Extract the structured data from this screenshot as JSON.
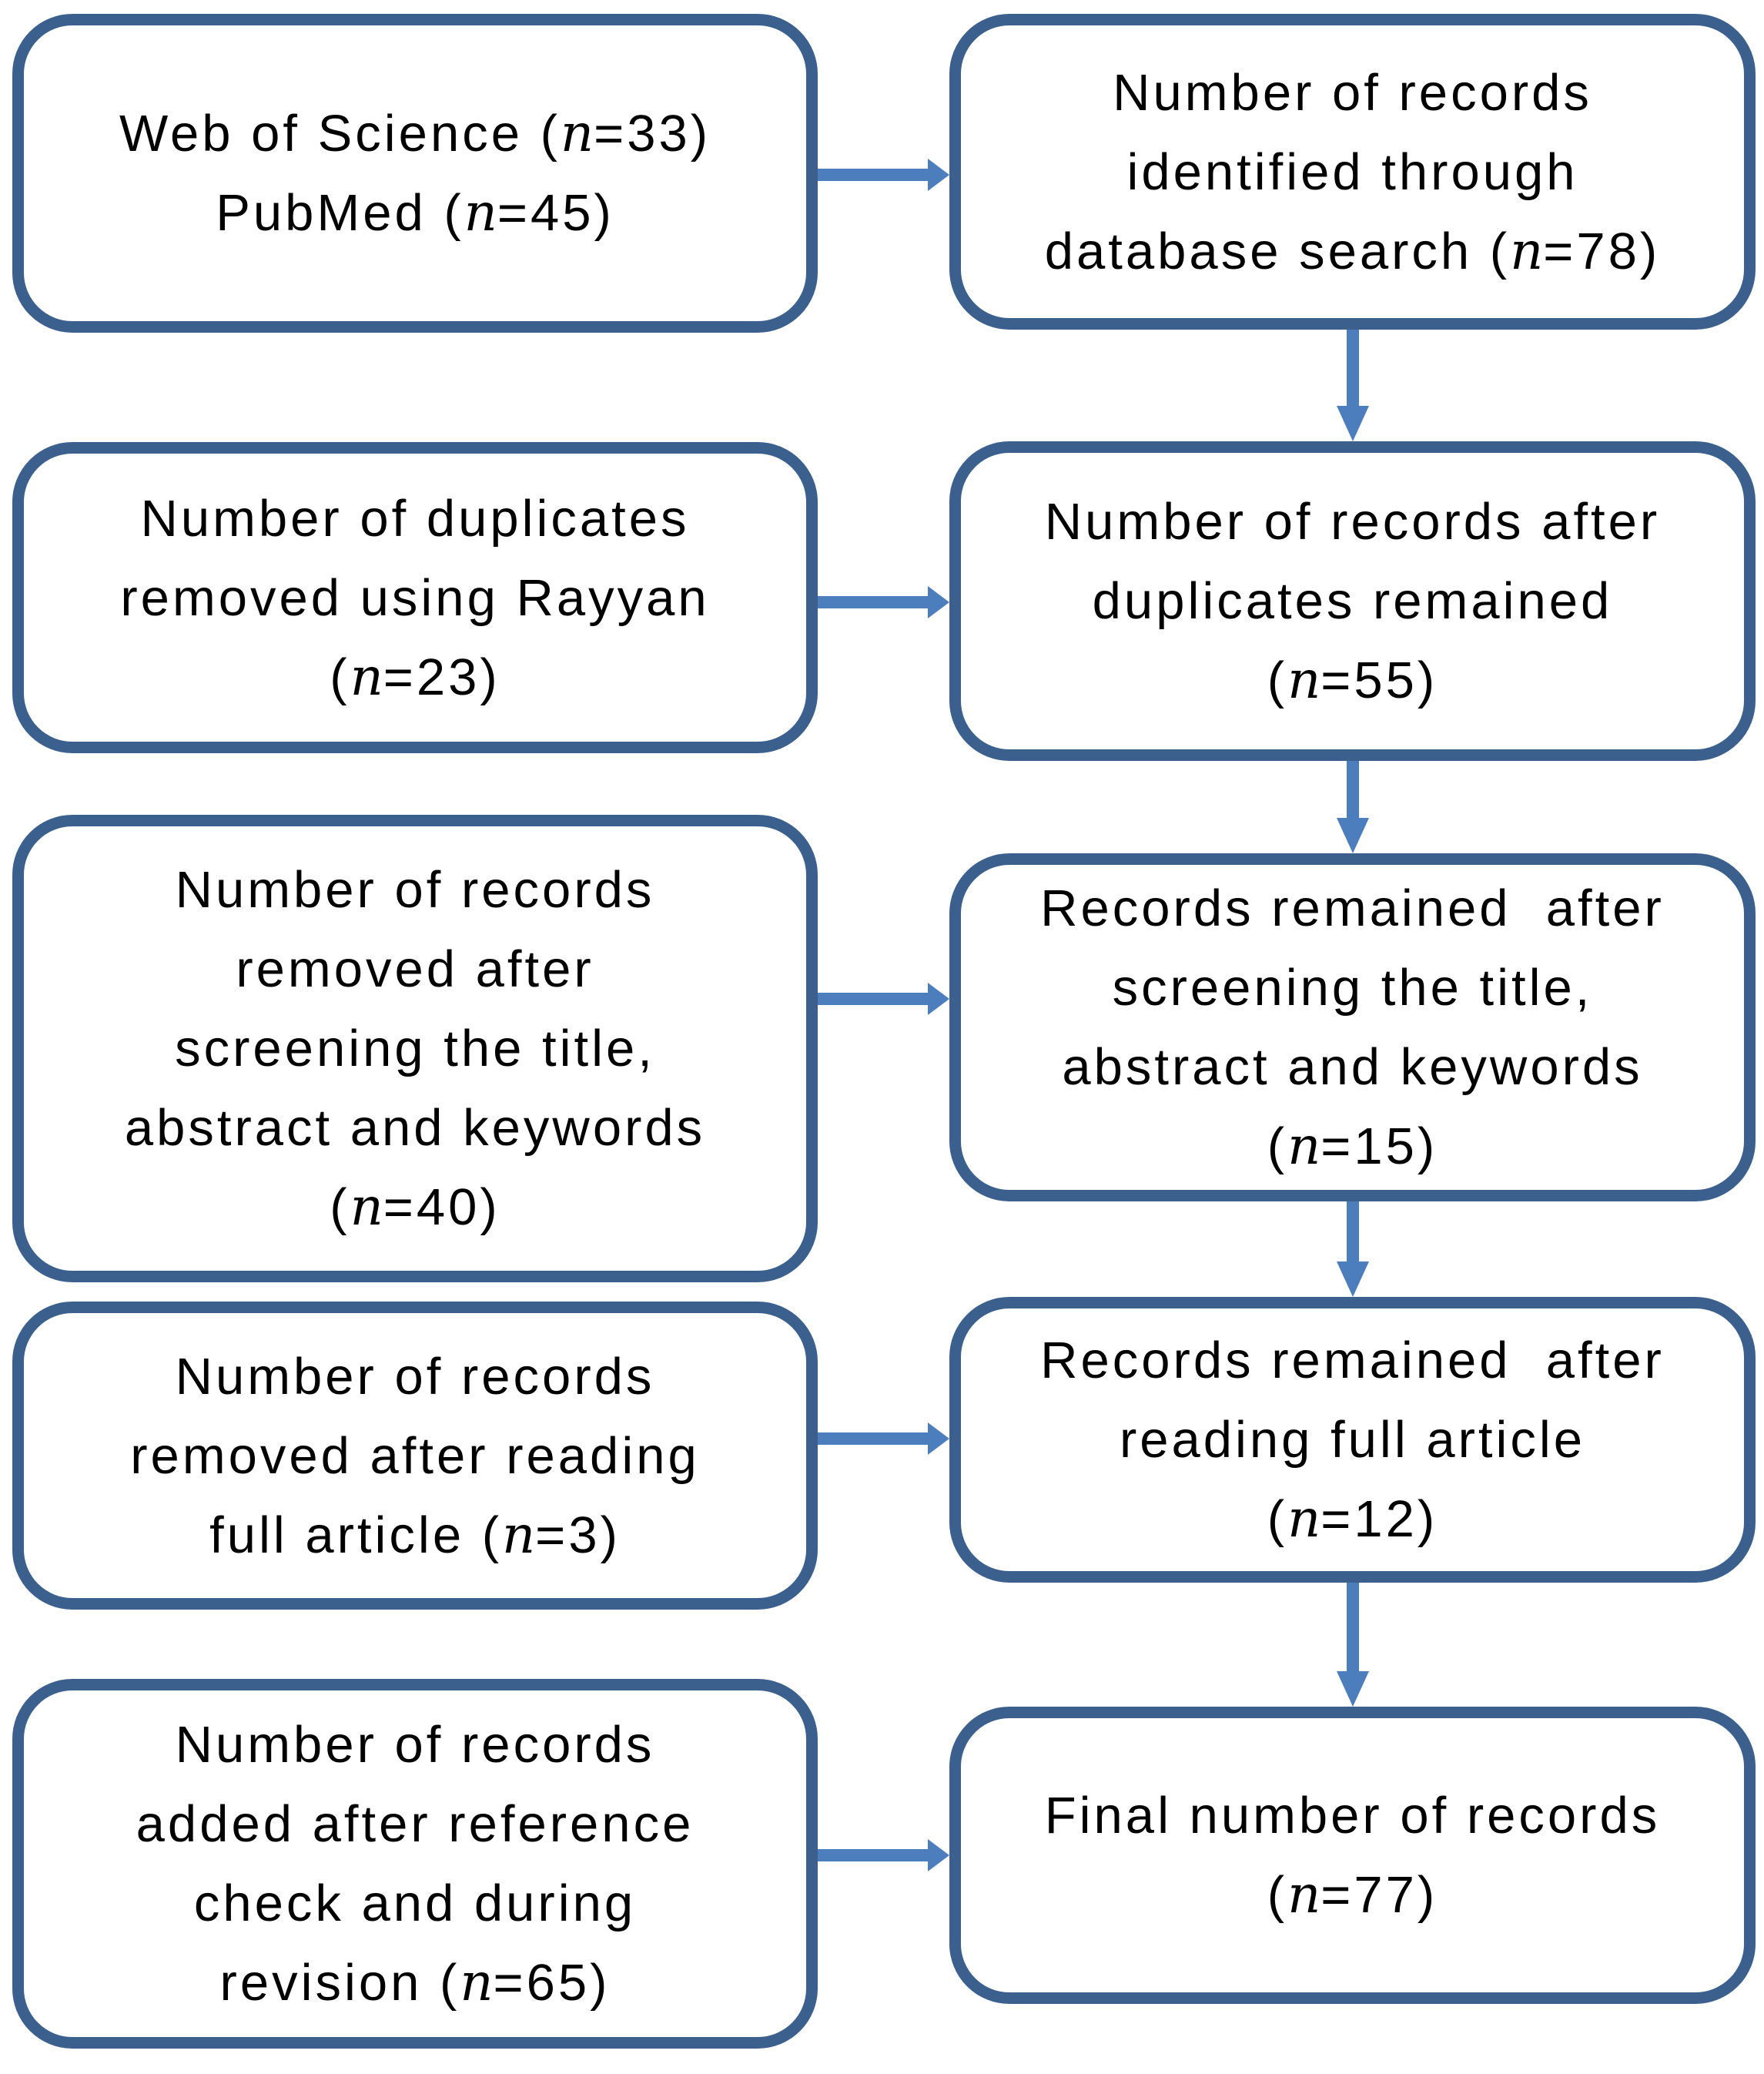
{
  "diagram": {
    "type": "flowchart",
    "colors": {
      "box_border": "#3B608E",
      "arrow": "#4C7EBD",
      "text": "#000000",
      "background": "#FFFFFF"
    },
    "left_boxes": [
      {
        "id": "database-sources",
        "lines": [
          "Web of Science (n=33)",
          "PubMed (n=45)"
        ]
      },
      {
        "id": "duplicates-removed",
        "lines": [
          "Number of duplicates",
          "removed using Rayyan",
          "(n=23)"
        ]
      },
      {
        "id": "removed-after-screening",
        "lines": [
          "Number of records",
          "removed after",
          "screening the title,",
          "abstract and keywords",
          "(n=40)"
        ]
      },
      {
        "id": "removed-after-full-article",
        "lines": [
          "Number of records",
          "removed after reading",
          "full article (n=3)"
        ]
      },
      {
        "id": "added-after-reference-check",
        "lines": [
          "Number of records",
          "added after reference",
          "check and during",
          "revision (n=65)"
        ]
      }
    ],
    "right_boxes": [
      {
        "id": "records-identified",
        "lines": [
          "Number of records",
          "identified through",
          "database search (n=78)"
        ]
      },
      {
        "id": "records-after-duplicates",
        "lines": [
          "Number of records after",
          "duplicates remained",
          "(n=55)"
        ]
      },
      {
        "id": "records-after-screening",
        "lines": [
          "Records remained  after",
          "screening the title,",
          "abstract and keywords",
          "(n=15)"
        ]
      },
      {
        "id": "records-after-full-article",
        "lines": [
          "Records remained  after",
          "reading full article",
          "(n=12)"
        ]
      },
      {
        "id": "final-records",
        "lines": [
          "Final number of records",
          "(n=77)"
        ]
      }
    ],
    "flows": [
      {
        "from": "database-sources",
        "to": "records-identified"
      },
      {
        "from": "records-identified",
        "to": "records-after-duplicates"
      },
      {
        "from": "duplicates-removed",
        "to": "records-after-duplicates"
      },
      {
        "from": "records-after-duplicates",
        "to": "records-after-screening"
      },
      {
        "from": "removed-after-screening",
        "to": "records-after-screening"
      },
      {
        "from": "records-after-screening",
        "to": "records-after-full-article"
      },
      {
        "from": "removed-after-full-article",
        "to": "records-after-full-article"
      },
      {
        "from": "records-after-full-article",
        "to": "final-records"
      },
      {
        "from": "added-after-reference-check",
        "to": "final-records"
      }
    ]
  }
}
